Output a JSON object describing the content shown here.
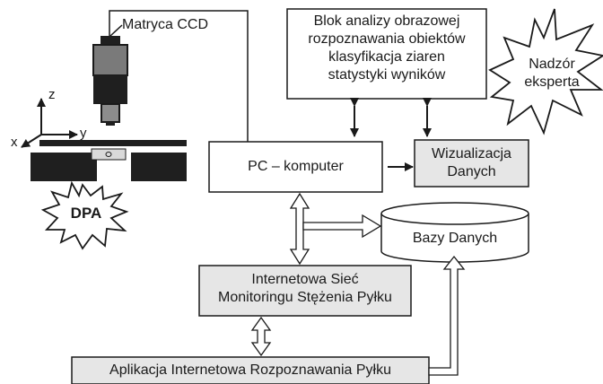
{
  "labels": {
    "ccd": "Matryca CCD",
    "analysis": [
      "Blok analizy obrazowej",
      "rozpoznawania obiektów",
      "klasyfikacja ziaren",
      "statystyki wyników"
    ],
    "expert": [
      "Nadzór",
      "eksperta"
    ],
    "pc": "PC – komputer",
    "visualization": [
      "Wizualizacja",
      "Danych"
    ],
    "database": "Bazy Danych",
    "network": [
      "Internetowa Sieć",
      "Monitoringu Stężenia Pyłku"
    ],
    "app": "Aplikacja Internetowa Rozpoznawania Pyłku",
    "dpa": "DPA",
    "axis_z": "z",
    "axis_y": "y",
    "axis_x": "x"
  },
  "colors": {
    "box_white": "#ffffff",
    "box_gray": "#e6e6e6",
    "line": "#1a1a1a",
    "device": "#1f1f1f"
  }
}
